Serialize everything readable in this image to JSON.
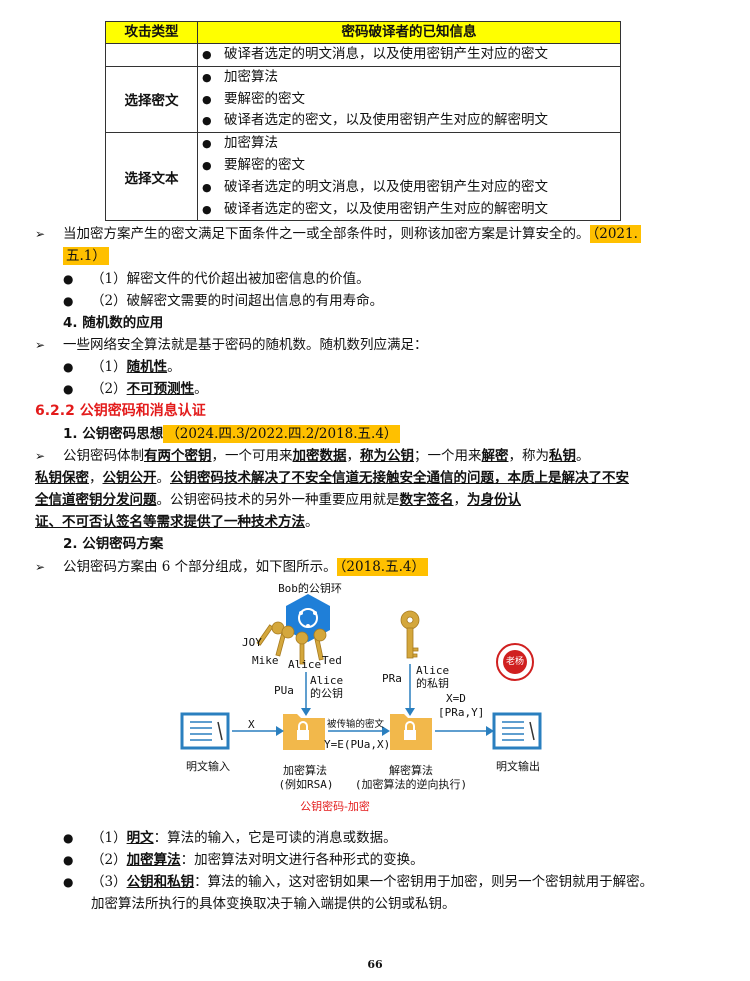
{
  "table": {
    "header_type": "攻击类型",
    "header_info": "密码破译者的已知信息",
    "rows": [
      {
        "type": "",
        "items": [
          "破译者选定的明文消息，以及使用密钥产生对应的密文"
        ]
      },
      {
        "type": "选择密文",
        "items": [
          "加密算法",
          "要解密的密文",
          "破译者选定的密文，以及使用密钥产生对应的解密明文"
        ]
      },
      {
        "type": "选择文本",
        "items": [
          "加密算法",
          "要解密的密文",
          "破译者选定的明文消息，以及使用密钥产生对应的密文",
          "破译者选定的密文，以及使用密钥产生对应的解密明文"
        ]
      }
    ],
    "bullet": "●"
  },
  "text": {
    "arrow": "➢",
    "bullet": "●",
    "secure_p1": "当加密方案产生的密文满足下面条件之一或全部条件时，则称该加密方案是计算安全的。",
    "secure_tag1": "（2021.",
    "secure_tag2": "五.1）",
    "cond1": "（1）解密文件的代价超出被加密信息的价值。",
    "cond2": "（2）破解密文需要的时间超出信息的有用寿命。",
    "h4": "4. 随机数的应用",
    "rand_intro": "一些网络安全算法就是基于密码的随机数。随机数列应满足：",
    "rand1_num": "（1）",
    "rand1": "随机性",
    "rand_end": "。",
    "rand2_num": "（2）",
    "rand2": "不可预测性",
    "section": "6.2.2 公钥密码和消息认证",
    "h1": "1. 公钥密码思想",
    "h1_tag": "（2024.四.3/2022.四.2/2018.五.4）",
    "p1_a": "公钥密码体制",
    "p1_b": "有两个密钥",
    "p1_c": "，一个可用来",
    "p1_d": "加密数据",
    "p1_e": "，",
    "p1_f": "称为公钥",
    "p1_g": "；一个用来",
    "p1_h": "解密",
    "p1_i": "，称为",
    "p1_j": "私钥",
    "p1_k": "。",
    "p2_a": "私钥保密",
    "p2_b": "，",
    "p2_c": "公钥公开",
    "p2_d": "。",
    "p2_e": "公钥密码技术解决了不安全信道无接触安全通信的问题，本质上是解决了不安",
    "p3_a": "全信道密钥分发问题",
    "p3_b": "。公钥密码技术的另外一种重要应用就是",
    "p3_c": "数字签名",
    "p3_d": "，",
    "p3_e": "为身份认",
    "p4_a": "证、不可否认签名等需求提供了一种技术方法",
    "p4_b": "。",
    "h2": "2. 公钥密码方案",
    "scheme_intro": "公钥密码方案由 6 个部分组成，如下图所示。",
    "scheme_tag": "（2018.五.4）",
    "item1_num": "（1）",
    "item1_term": "明文",
    "item1_text": "：算法的输入，它是可读的消息或数据。",
    "item2_num": "（2）",
    "item2_term": "加密算法",
    "item2_text": "：加密算法对明文进行各种形式的变换。",
    "item3_num": "（3）",
    "item3_term": "公钥和私钥",
    "item3_text": "：算法的输入，这对密钥如果一个密钥用于加密，则另一个密钥就用于解密。",
    "item3_cont": "加密算法所执行的具体变换取决于输入端提供的公钥或私钥。",
    "page_number": "66"
  },
  "diagram": {
    "bob_ring": "Bob的公钥环",
    "joy": "JOY",
    "mike": "Mike",
    "alice": "Alice",
    "ted": "Ted",
    "pua": "PUa",
    "alice_pub": "Alice\n的公钥",
    "pra": "PRa",
    "alice_priv": "Alice\n的私钥",
    "x": "X",
    "cipher_label": "被传输的密文",
    "y_eq": "Y=E(PUa,X)",
    "x_eq": "X=D",
    "x_eq2": "[PRa,Y]",
    "plain_in": "明文输入",
    "enc_alg": "加密算法",
    "enc_eg": "(例如RSA)",
    "dec_alg": "解密算法",
    "dec_desc": "(加密算法的逆向执行)",
    "plain_out": "明文输出",
    "caption": "公钥密码-加密",
    "stamp": "老杨"
  },
  "colors": {
    "highlight": "#ffc000",
    "table_header": "#ffff00",
    "section_red": "#e31b1b",
    "ring_blue": "#1f7fd8",
    "key_gold": "#d4a73c",
    "folder_yellow": "#f2b84b",
    "doc_blue": "#2a7fbf"
  }
}
